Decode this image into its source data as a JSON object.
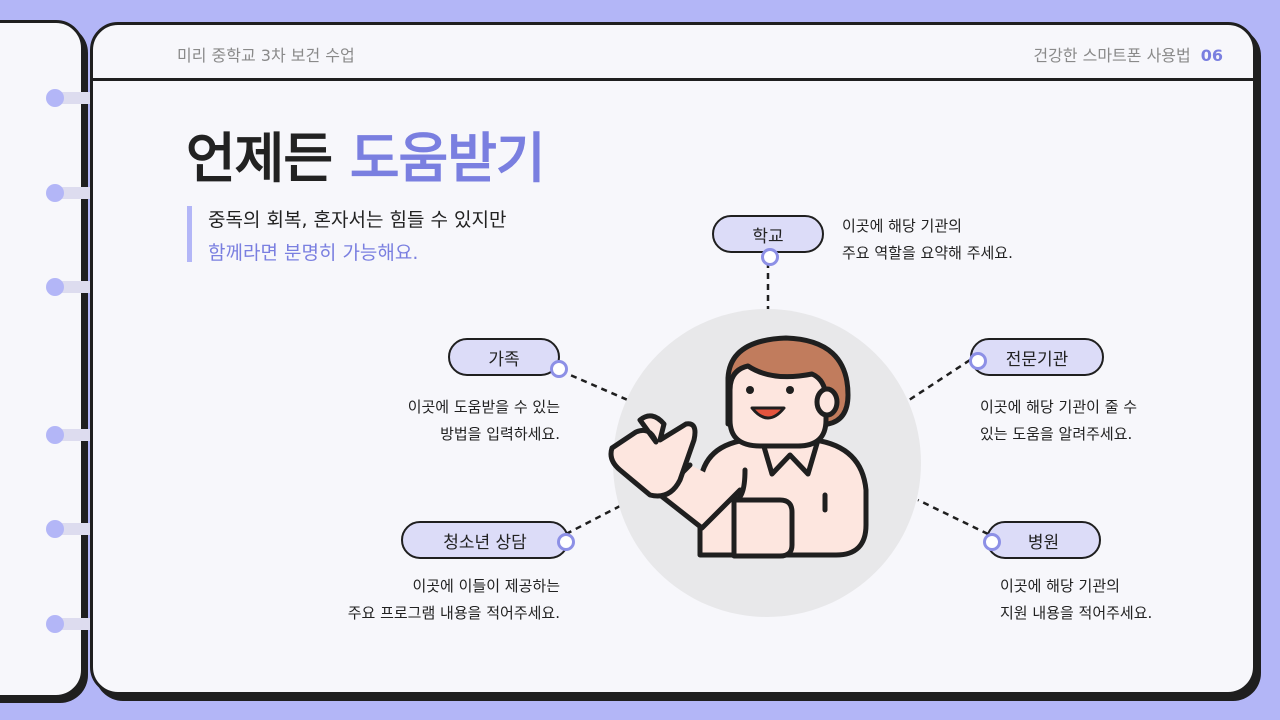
{
  "header": {
    "left": "미리 중학교 3차 보건 수업",
    "right": "건강한 스마트폰 사용법",
    "page": "06"
  },
  "title": {
    "main": "언제든 ",
    "accent": "도움받기"
  },
  "quote": {
    "line1": "중독의 회복, 혼자서는 힘들 수 있지만",
    "line2": "함께라면 분명히 가능해요."
  },
  "nodes": {
    "school": {
      "label": "학교",
      "desc1": "이곳에 해당 기관의",
      "desc2": "주요 역할을 요약해 주세요."
    },
    "family": {
      "label": "가족",
      "desc1": "이곳에 도움받을 수 있는",
      "desc2": "방법을 입력하세요."
    },
    "expert": {
      "label": "전문기관",
      "desc1": "이곳에 해당 기관이 줄 수",
      "desc2": "있는 도움을 알려주세요."
    },
    "youth": {
      "label": "청소년 상담",
      "desc1": "이곳에 이들이 제공하는",
      "desc2": "주요 프로그램 내용을 적어주세요."
    },
    "hospital": {
      "label": "병원",
      "desc1": "이곳에 해당 기관의",
      "desc2": "지원 내용을 적어주세요."
    }
  },
  "colors": {
    "background": "#b3b6f7",
    "accent": "#7a7fe0",
    "pill": "#dcdcf8",
    "outline": "#1f1f1f"
  }
}
